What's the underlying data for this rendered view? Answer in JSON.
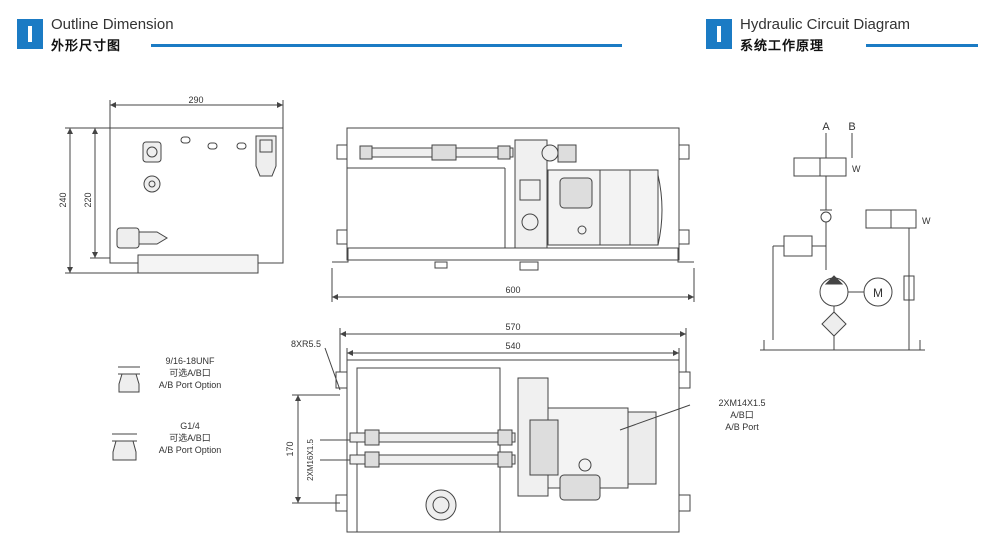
{
  "headers": {
    "outline": {
      "title_en": "Outline Dimension",
      "title_cn": "外形尺寸图"
    },
    "circuit": {
      "title_en": "Hydraulic Circuit Diagram",
      "title_cn": "系统工作原理"
    }
  },
  "dimensions": {
    "end_width": "290",
    "end_height_outer": "240",
    "end_height_inner": "220",
    "overall_length": "600",
    "top_length": "570",
    "inner_length": "540",
    "slot_spec": "8XR5.5",
    "vertical_pitch": "170",
    "side_ports": "2XM16X1.5",
    "ab_port_thread": "2XM14X1.5",
    "ab_port_cn": "A/B口",
    "ab_port_en": "A/B Port"
  },
  "port_options": {
    "opt1": {
      "thread": "9/16-18UNF",
      "cn": "可选A/B口",
      "en": "A/B Port Option"
    },
    "opt2": {
      "thread": "G1/4",
      "cn": "可选A/B口",
      "en": "A/B Port Option"
    }
  },
  "circuit": {
    "port_a": "A",
    "port_b": "B",
    "motor": "M",
    "sol_label": "W"
  }
}
